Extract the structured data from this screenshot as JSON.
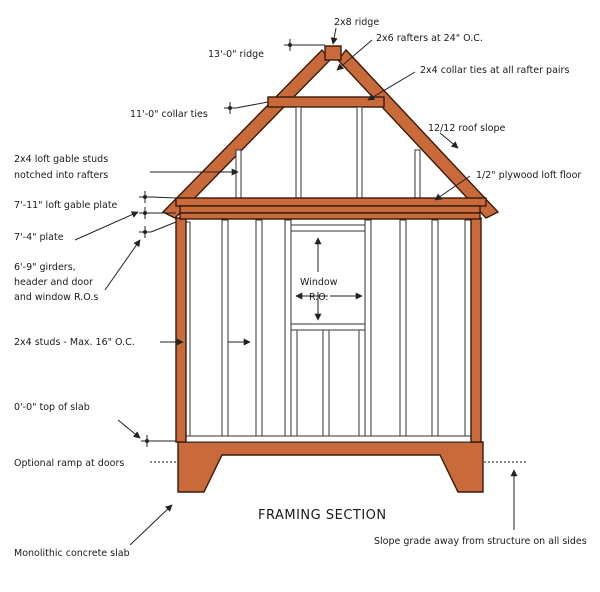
{
  "diagram": {
    "title": "FRAMING SECTION",
    "labels": {
      "ridge_board": "2x8 ridge",
      "ridge_height": "13'-0\" ridge",
      "rafters": "2x6 rafters at 24\" O.C.",
      "collar_ties_note": "2x4 collar ties at all rafter pairs",
      "collar_tie_height": "11'-0\" collar ties",
      "roof_slope": "12/12 roof slope",
      "gable_studs_1": "2x4 loft gable studs",
      "gable_studs_2": "notched into rafters",
      "loft_floor": "1/2\" plywood loft floor",
      "gable_plate": "7'-11\" loft gable plate",
      "plate": "7'-4\" plate",
      "girders_1": "6'-9\" girders,",
      "girders_2": "header and door",
      "girders_3": "and window R.O.s",
      "window_1": "Window",
      "window_2": "R.O.",
      "studs": "2x4 studs - Max. 16\" O.C.",
      "slab_top": "0'-0\" top of slab",
      "ramp": "Optional ramp at doors",
      "slab": "Monolithic concrete slab",
      "grade": "Slope grade away from structure on all sides"
    }
  }
}
